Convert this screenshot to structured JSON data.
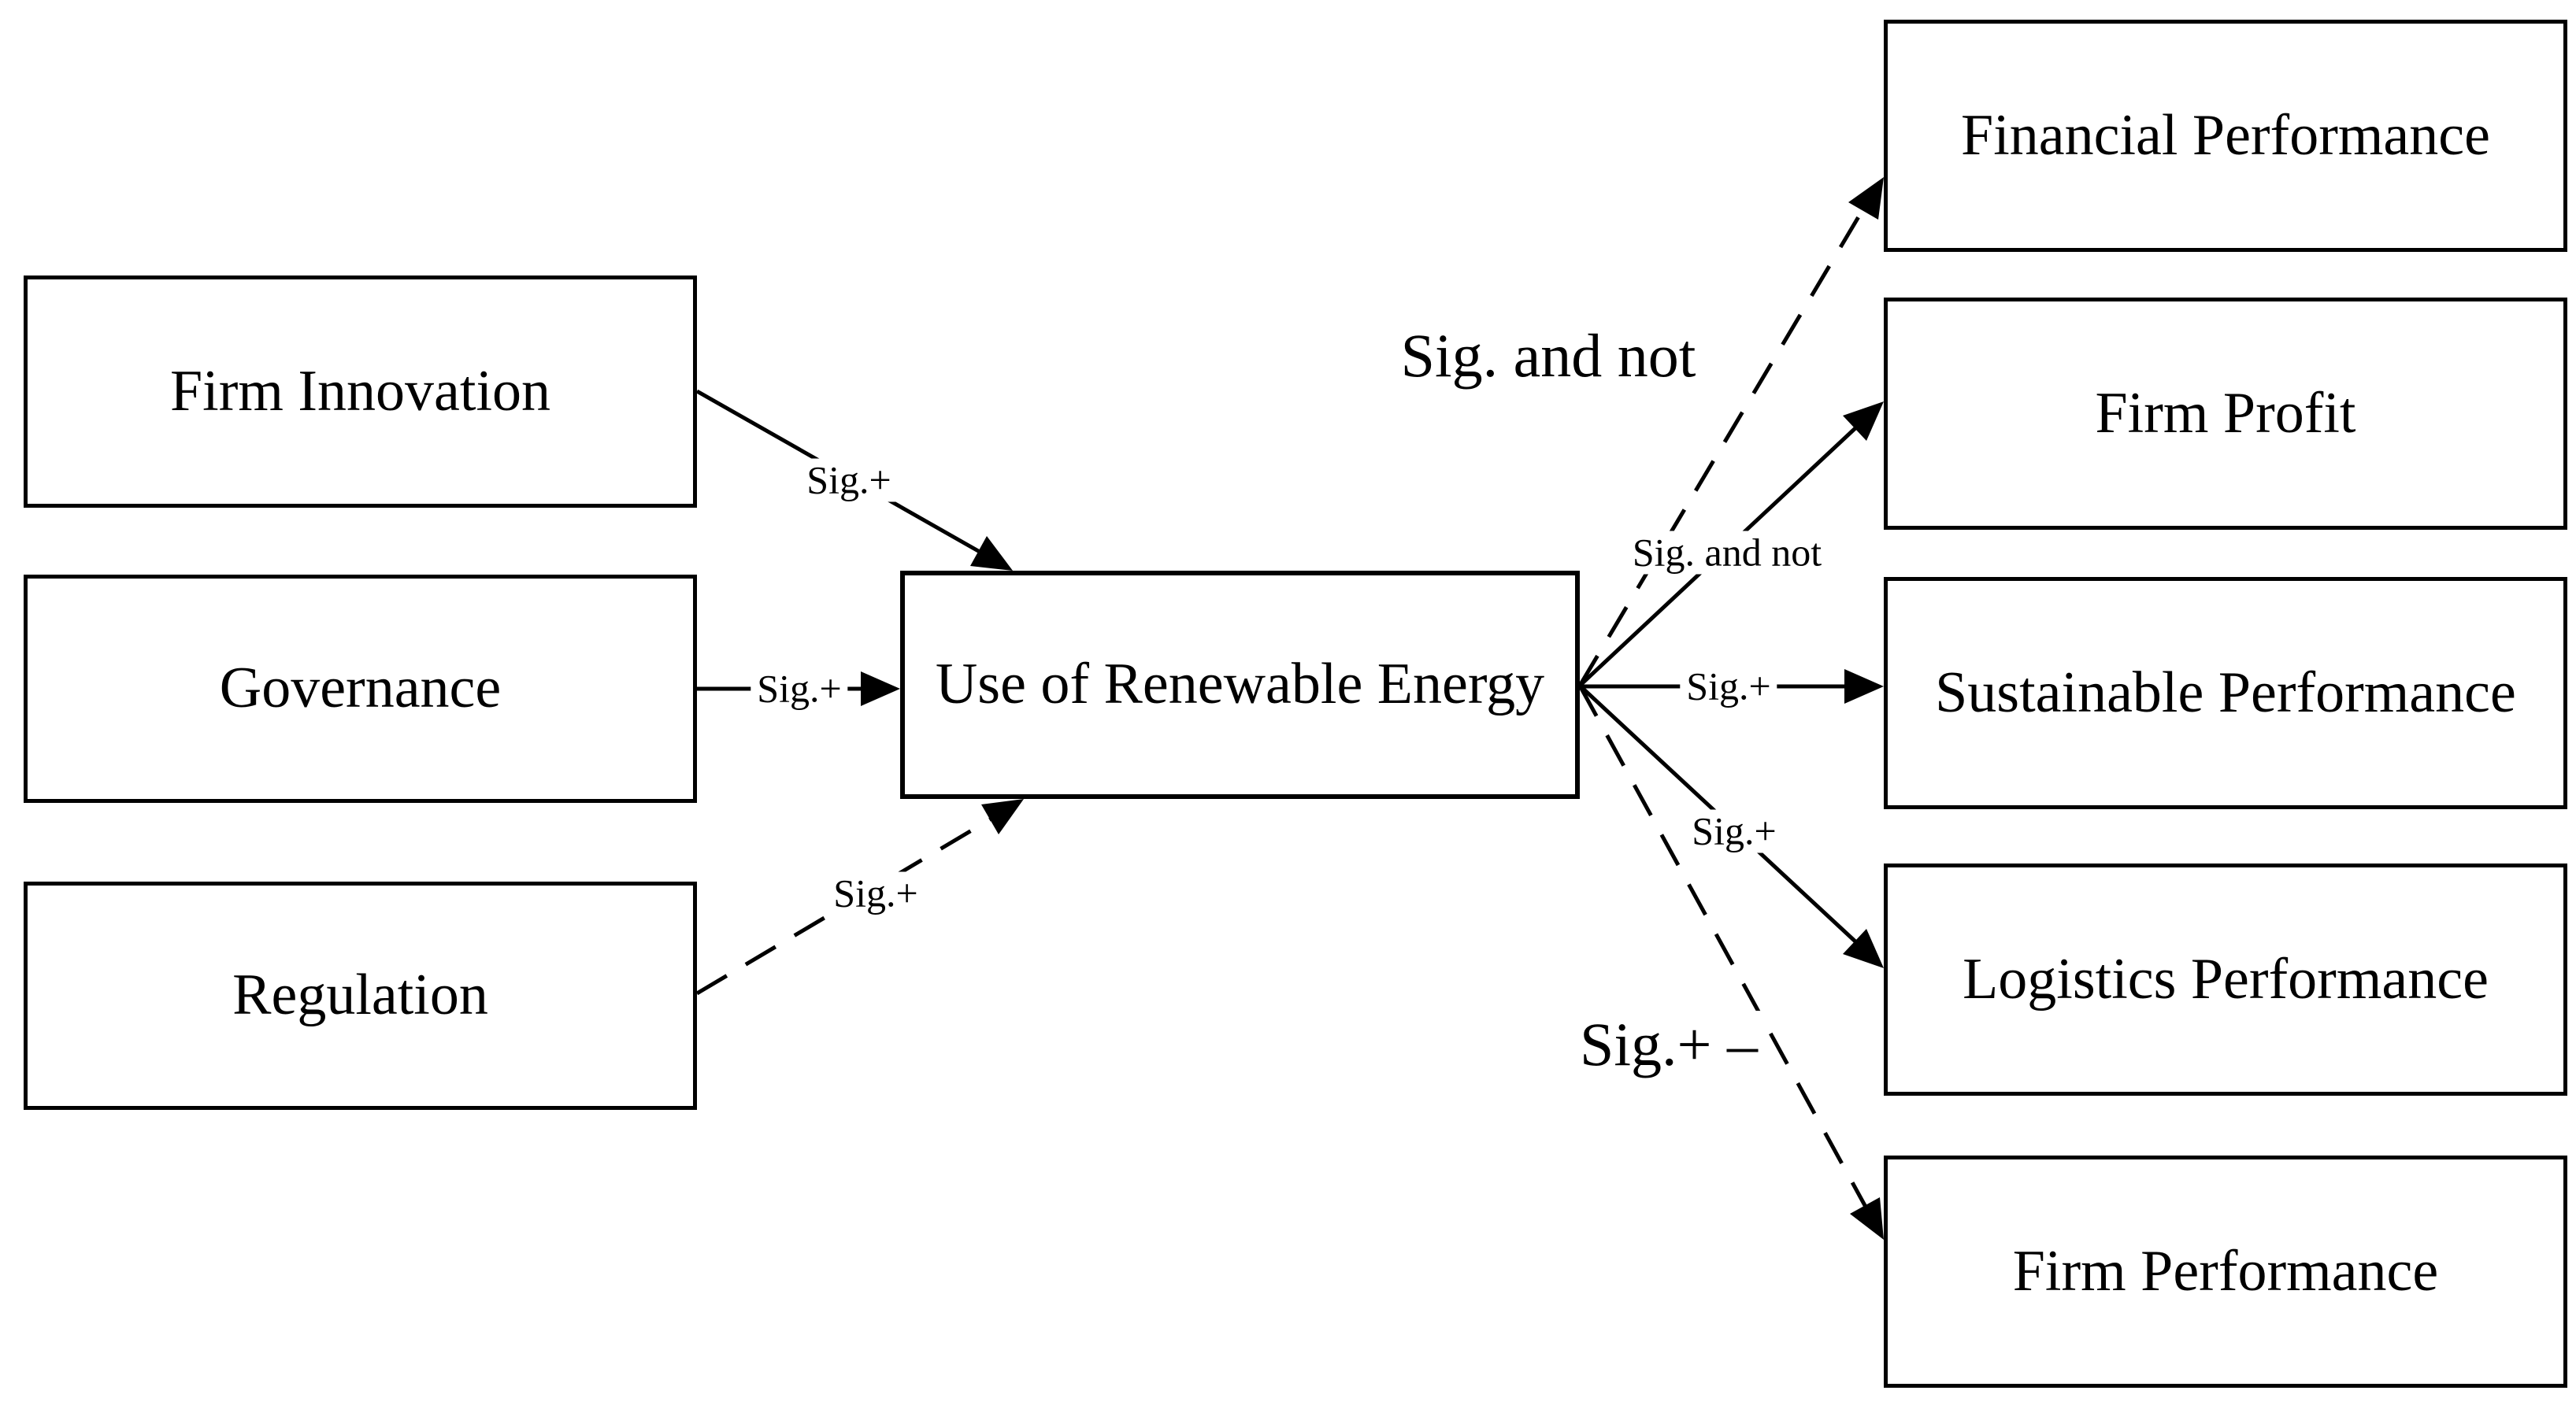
{
  "boxes": {
    "firm_innovation": "Firm Innovation",
    "governance": "Governance",
    "regulation": "Regulation",
    "use_of_renewable_energy": "Use of Renewable Energy",
    "financial_performance": "Financial Performance",
    "firm_profit": "Firm Profit",
    "sustainable_performance": "Sustainable Performance",
    "logistics_performance": "Logistics Performance",
    "firm_performance": "Firm Performance"
  },
  "edge_labels": {
    "innovation_to_renewable": "Sig.+",
    "governance_to_renewable": "Sig.+",
    "regulation_to_renewable": "Sig.+",
    "renewable_to_financial": "Sig. and not",
    "renewable_to_profit": "Sig. and not",
    "renewable_to_sustainable": "Sig.+",
    "renewable_to_logistics": "Sig.+",
    "renewable_to_firm_performance": "Sig.+ –"
  },
  "colors": {
    "background": "#ffffff",
    "line": "#000000",
    "box_border": "#000000",
    "text": "#000000"
  }
}
